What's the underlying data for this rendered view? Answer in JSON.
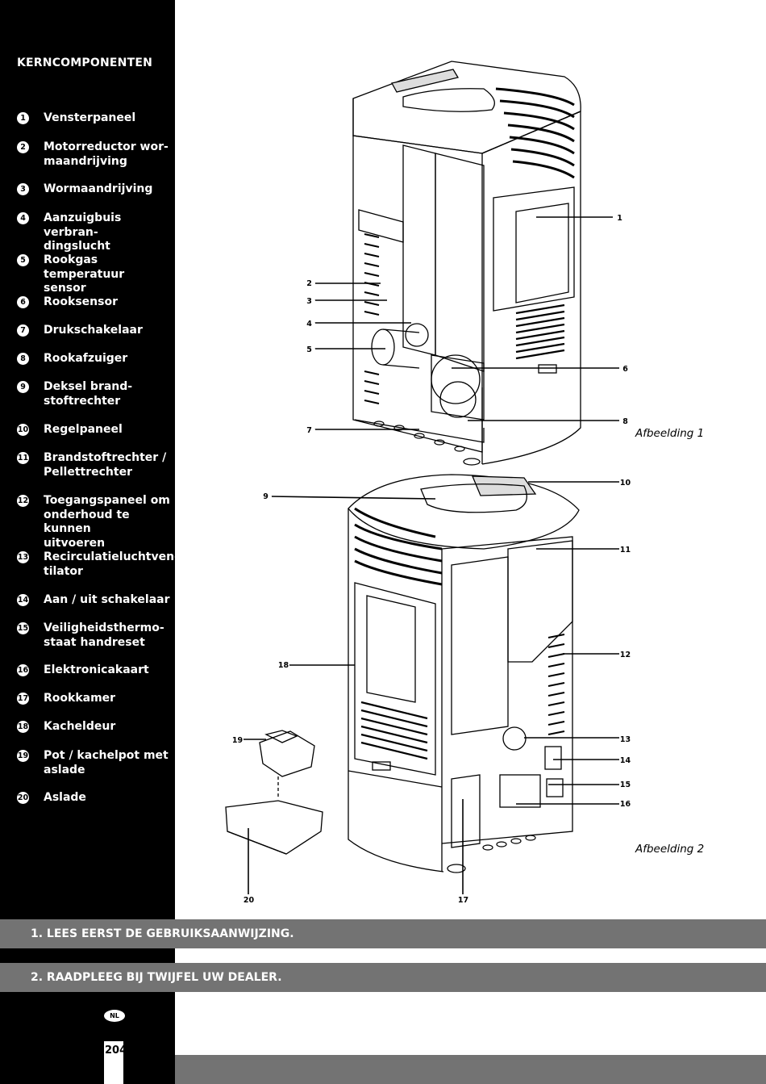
{
  "sidebar": {
    "title": "KERNCOMPONENTEN",
    "items": [
      {
        "n": "1",
        "label": "Vensterpaneel"
      },
      {
        "n": "2",
        "label": "Motorreductor wor-\nmaandrijving"
      },
      {
        "n": "3",
        "label": "Wormaandrijving"
      },
      {
        "n": "4",
        "label": "Aanzuigbuis verbran-\ndingslucht"
      },
      {
        "n": "5",
        "label": "Rookgas temperatuur\nsensor"
      },
      {
        "n": "6",
        "label": "Rooksensor"
      },
      {
        "n": "7",
        "label": "Drukschakelaar"
      },
      {
        "n": "8",
        "label": "Rookafzuiger"
      },
      {
        "n": "9",
        "label": "Deksel brand-\nstoftrechter"
      },
      {
        "n": "10",
        "label": "Regelpaneel"
      },
      {
        "n": "11",
        "label": "Brandstoftrechter /\nPellettrechter"
      },
      {
        "n": "12",
        "label": "Toegangspaneel om\nonderhoud te kunnen\nuitvoeren"
      },
      {
        "n": "13",
        "label": "Recirculatieluchtven-\ntilator"
      },
      {
        "n": "14",
        "label": "Aan / uit schakelaar"
      },
      {
        "n": "15",
        "label": "Veiligheidsthermo-\nstaat handreset"
      },
      {
        "n": "16",
        "label": "Elektronicakaart"
      },
      {
        "n": "17",
        "label": "Rookkamer"
      },
      {
        "n": "18",
        "label": "Kacheldeur"
      },
      {
        "n": "19",
        "label": "Pot / kachelpot met\naslade"
      },
      {
        "n": "20",
        "label": "Aslade"
      }
    ]
  },
  "figures": {
    "caption_1": "Afbeelding 1",
    "caption_2": "Afbeelding 2",
    "callouts": [
      "1",
      "2",
      "3",
      "4",
      "5",
      "6",
      "7",
      "8",
      "9",
      "10",
      "11",
      "12",
      "13",
      "14",
      "15",
      "16",
      "17",
      "18",
      "19",
      "20"
    ]
  },
  "banners": {
    "line_1": "1. LEES EERST DE GEBRUIKSAANWIJZING.",
    "line_2": "2. RAADPLEEG BIJ TWIJFEL UW DEALER."
  },
  "footer": {
    "language": "NL",
    "page_number": "204"
  }
}
